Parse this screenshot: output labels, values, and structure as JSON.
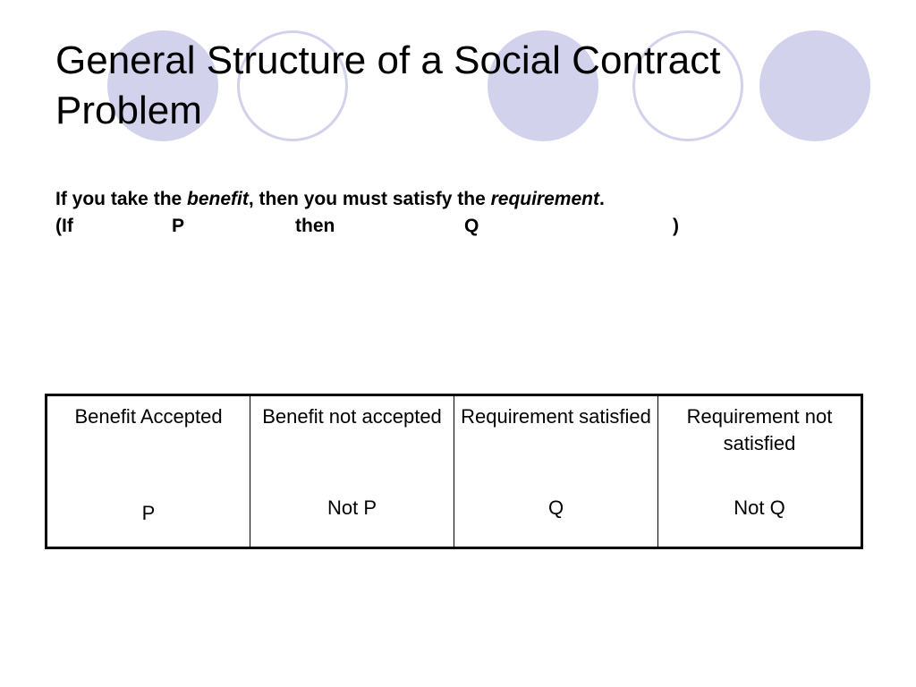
{
  "slide": {
    "title_line1": "General Structure of a Social Contract",
    "title_line2": "Problem",
    "rule": {
      "prefix": "If you take the ",
      "benefit_word": "benefit",
      "middle": ", then you must satisfy the ",
      "requirement_word": "requirement",
      "suffix": "."
    },
    "logic": {
      "open": "(If",
      "p": "P",
      "then": "then",
      "q": "Q",
      "close": ")"
    },
    "table": {
      "cells": [
        {
          "heading": "Benefit Accepted",
          "symbol": "P"
        },
        {
          "heading": "Benefit not accepted",
          "symbol": "Not P"
        },
        {
          "heading": "Requirement satisfied",
          "symbol": "Q"
        },
        {
          "heading": "Requirement not satisfied",
          "symbol": "Not Q"
        }
      ]
    },
    "decor_color": "#d2d2ec"
  }
}
